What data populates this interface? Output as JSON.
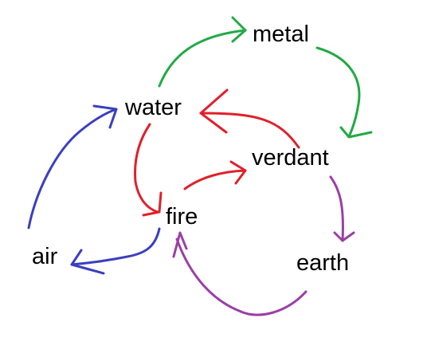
{
  "nodes": {
    "metal": "metal",
    "water": "water",
    "verdant": "verdant",
    "fire": "fire",
    "air": "air",
    "earth": "earth"
  },
  "edges": [
    {
      "from": "water",
      "to": "metal",
      "color": "#22aa44"
    },
    {
      "from": "metal",
      "to": "verdant",
      "color": "#22aa44"
    },
    {
      "from": "verdant",
      "to": "water",
      "color": "#e0202a"
    },
    {
      "from": "water",
      "to": "fire",
      "color": "#e0202a"
    },
    {
      "from": "fire",
      "to": "verdant",
      "color": "#e0202a"
    },
    {
      "from": "verdant",
      "to": "earth",
      "color": "#9a3fa6"
    },
    {
      "from": "earth",
      "to": "fire",
      "color": "#9a3fa6"
    },
    {
      "from": "fire",
      "to": "air",
      "color": "#3a3fc0"
    },
    {
      "from": "air",
      "to": "water",
      "color": "#3a3fc0"
    }
  ],
  "colors": {
    "green": "#22aa44",
    "red": "#e0202a",
    "purple": "#9a3fa6",
    "blue": "#3a3fc0"
  }
}
